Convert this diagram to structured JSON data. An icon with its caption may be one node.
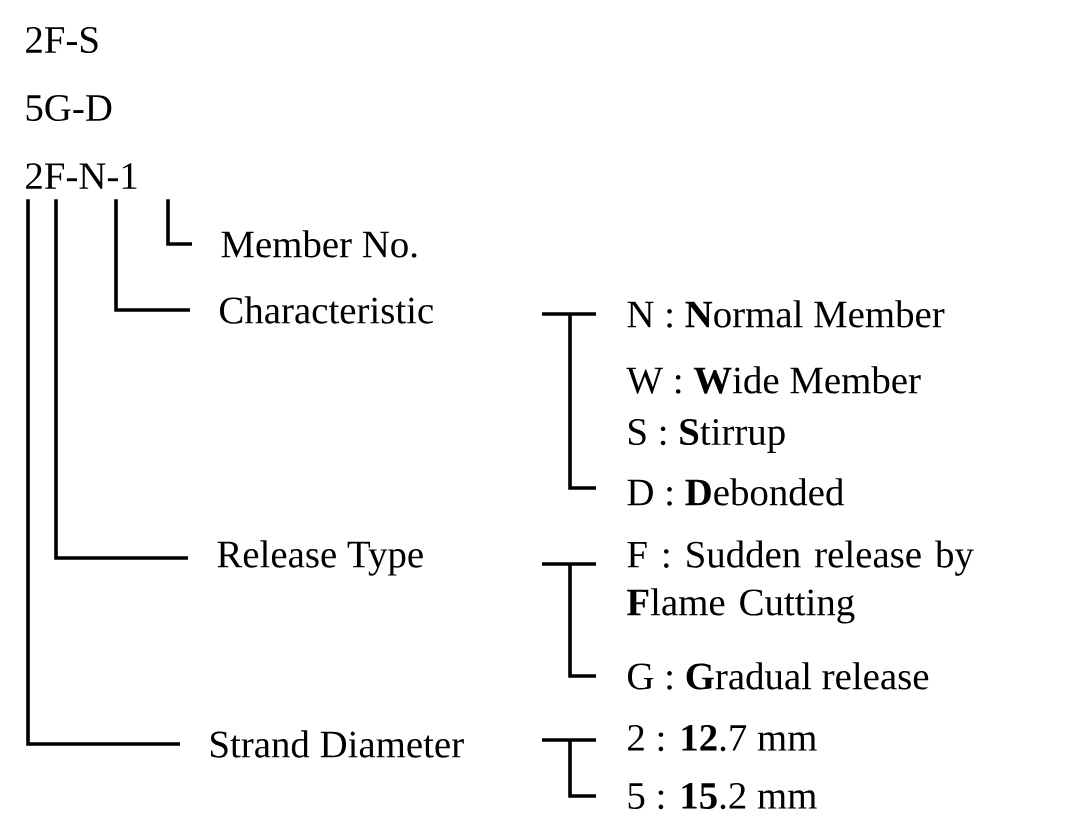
{
  "diagram": {
    "nodes": [
      {
        "text": [
          "2F-S"
        ]
      },
      {
        "text": [
          "5G-D"
        ]
      },
      {
        "text": [
          "2F-N-1"
        ]
      },
      {
        "text": [
          "Member No."
        ]
      },
      {
        "text": [
          "Characteristic"
        ]
      },
      {
        "text": [
          "Release Type"
        ]
      },
      {
        "text": [
          "Strand Diameter"
        ]
      }
    ],
    "edges": [
      {
        "from": 2,
        "to": 3,
        "arrow": "none"
      },
      {
        "from": 2,
        "to": 4,
        "arrow": "none"
      },
      {
        "from": 2,
        "to": 5,
        "arrow": "none"
      },
      {
        "from": 2,
        "to": 6,
        "arrow": "none"
      }
    ],
    "labels": [
      "N : **N**ormal Member",
      "W : **W**ide Member",
      "S : **S**tirrup",
      "D : **D**ebonded",
      "F : Sudden release by **F**lame Cutting",
      "G : **G**radual release",
      "2 : **12**.7 mm",
      "5 : **15**.2 mm"
    ]
  }
}
